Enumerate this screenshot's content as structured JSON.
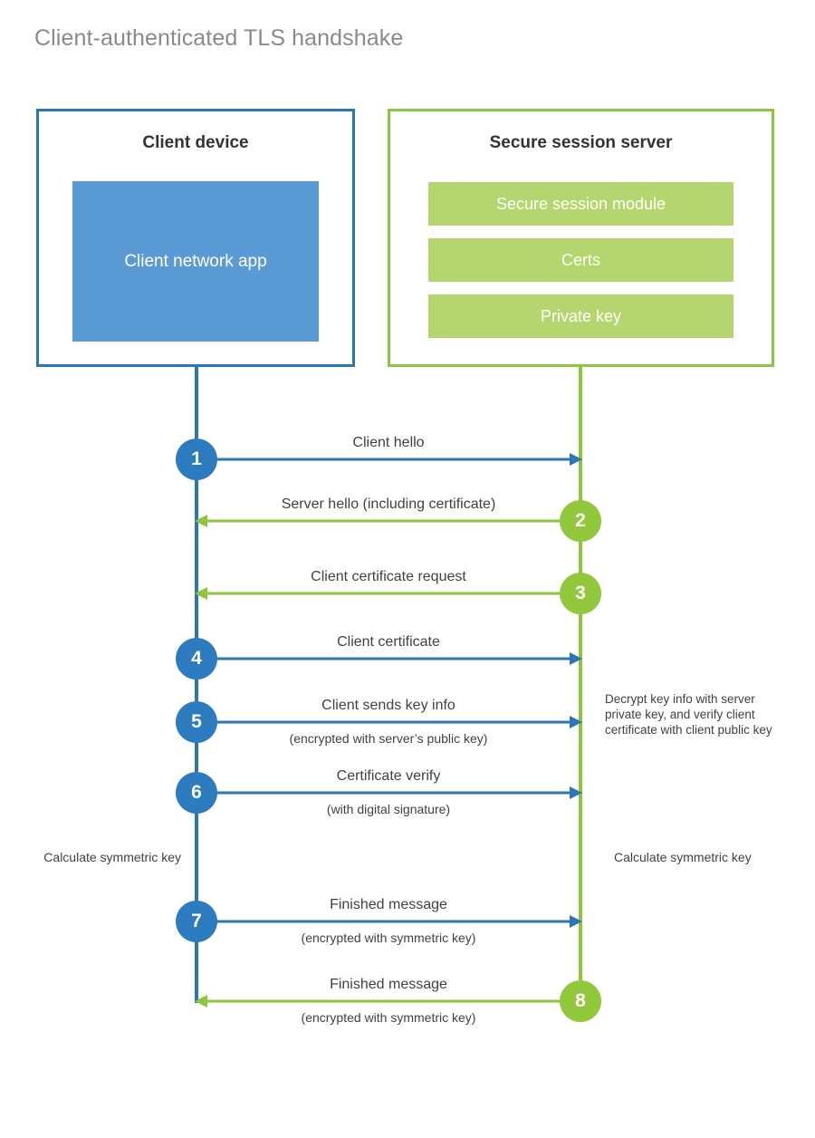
{
  "title": "Client-authenticated TLS handshake",
  "colors": {
    "client_border": "#2e75b6",
    "client_fill": "#5b9bd5",
    "client_circle": "#2e7cc0",
    "server_border": "#8cc63f",
    "server_fill": "#b5d66e",
    "server_circle": "#93c83d",
    "text": "#414141",
    "title_text": "#8a8a8a",
    "background": "#ffffff"
  },
  "client": {
    "title": "Client device",
    "app_label": "Client network app"
  },
  "server": {
    "title": "Secure session server",
    "components": [
      "Secure session module",
      "Certs",
      "Private key"
    ]
  },
  "messages": [
    {
      "step": "1",
      "label": "Client hello",
      "sublabel": "",
      "direction": "client-to-server",
      "actor": "client"
    },
    {
      "step": "2",
      "label": "Server hello (including certificate)",
      "sublabel": "",
      "direction": "server-to-client",
      "actor": "server"
    },
    {
      "step": "3",
      "label": "Client certificate request",
      "sublabel": "",
      "direction": "server-to-client",
      "actor": "server"
    },
    {
      "step": "4",
      "label": "Client certificate",
      "sublabel": "",
      "direction": "client-to-server",
      "actor": "client"
    },
    {
      "step": "5",
      "label": "Client sends key info",
      "sublabel": "(encrypted with server’s public key)",
      "direction": "client-to-server",
      "actor": "client"
    },
    {
      "step": "6",
      "label": "Certificate verify",
      "sublabel": "(with digital signature)",
      "direction": "client-to-server",
      "actor": "client"
    },
    {
      "step": "7",
      "label": "Finished message",
      "sublabel": "(encrypted with symmetric key)",
      "direction": "client-to-server",
      "actor": "client"
    },
    {
      "step": "8",
      "label": "Finished message",
      "sublabel": "(encrypted with symmetric key)",
      "direction": "server-to-client",
      "actor": "server"
    }
  ],
  "notes": {
    "server_decrypt": "Decrypt key info with server private key, and verify client certificate with client public key",
    "client_calculate": "Calculate symmetric key",
    "server_calculate": "Calculate symmetric key"
  }
}
